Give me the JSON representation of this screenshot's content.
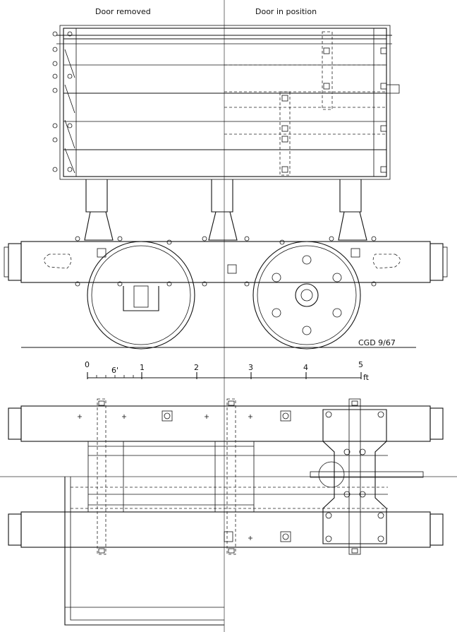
{
  "labels": {
    "left_view": "Door removed",
    "right_view": "Door in position",
    "signature": "CGD 9/67"
  },
  "scale": {
    "ticks": [
      "0",
      "1",
      "2",
      "3",
      "4",
      "5"
    ],
    "sub_label": "6'",
    "unit": "ft"
  }
}
